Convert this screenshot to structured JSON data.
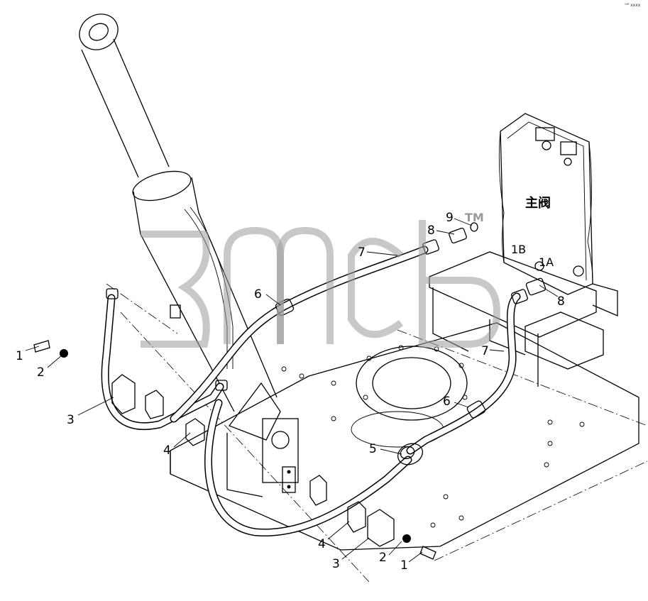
{
  "diagram": {
    "corner_mark": "ᴳᴹ xxxx",
    "main_valve_label": "主阀",
    "ports": [
      "1B",
      "1A"
    ],
    "watermark_mark": "TM",
    "callouts": {
      "c1_left": "1",
      "c2_left": "2",
      "c3_left": "3",
      "c4_left": "4",
      "c6_top": "6",
      "c7_top": "7",
      "c8_top": "8",
      "c9_top": "9",
      "c7_right": "7",
      "c8_right": "8",
      "c6_right": "6",
      "c5": "5",
      "c4_bottom": "4",
      "c3_bottom": "3",
      "c2_bottom": "2",
      "c1_bottom": "1"
    }
  }
}
